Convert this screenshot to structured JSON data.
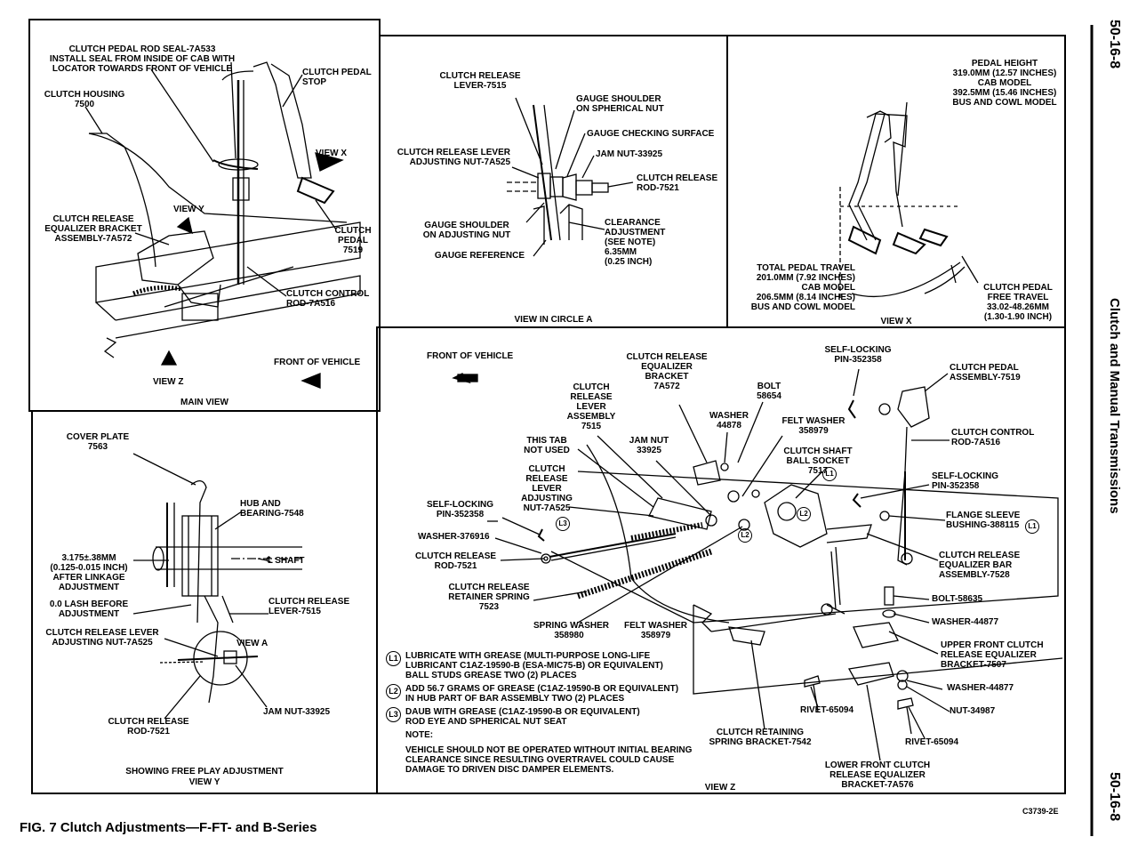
{
  "page": {
    "page_number": "50-16-8",
    "section": "Clutch and Manual Transmissions",
    "figure_caption": "FIG. 7 Clutch Adjustments—F-FT- and B-Series",
    "figure_code": "C3739-2E"
  },
  "main_view": {
    "caption": "MAIN VIEW",
    "labels": {
      "seal": "CLUTCH PEDAL ROD SEAL-7A533\nINSTALL SEAL FROM INSIDE OF CAB WITH\nLOCATOR TOWARDS FRONT OF VEHICLE",
      "pedal_stop": "CLUTCH PEDAL\nSTOP",
      "housing": "CLUTCH HOUSING\n7500",
      "view_x": "VIEW X",
      "view_y": "VIEW Y",
      "equalizer": "CLUTCH RELEASE\nEQUALIZER BRACKET\nASSEMBLY-7A572",
      "pedal": "CLUTCH\nPEDAL\n7519",
      "control_rod": "CLUTCH CONTROL\nROD-7A516",
      "front": "FRONT OF VEHICLE",
      "view_z": "VIEW Z"
    }
  },
  "circle_a": {
    "caption": "VIEW IN CIRCLE A",
    "labels": {
      "lever": "CLUTCH RELEASE\nLEVER-7515",
      "gauge_spherical": "GAUGE SHOULDER\nON SPHERICAL NUT",
      "gauge_checking": "GAUGE CHECKING SURFACE",
      "adj_nut": "CLUTCH RELEASE LEVER\nADJUSTING NUT-7A525",
      "jam_nut": "JAM NUT-33925",
      "release_rod": "CLUTCH RELEASE\nROD-7521",
      "gauge_adjusting": "GAUGE SHOULDER\nON ADJUSTING NUT",
      "clearance": "CLEARANCE\nADJUSTMENT\n(SEE NOTE)\n6.35mm\n(0.25 INCH)",
      "gauge_ref": "GAUGE REFERENCE"
    }
  },
  "view_x": {
    "caption": "VIEW X",
    "labels": {
      "pedal_height": "PEDAL HEIGHT\n319.0mm (12.57 INCHES)\nCAB MODEL\n392.5mm (15.46 INCHES)\nBUS AND COWL MODEL",
      "total_travel": "TOTAL PEDAL TRAVEL\n201.0mm (7.92 INCHES)\nCAB MODEL\n206.5mm (8.14 INCHES)\nBUS AND COWL MODEL",
      "free_travel": "CLUTCH PEDAL\nFREE TRAVEL\n33.02-48.26mm\n(1.30-1.90 INCH)"
    }
  },
  "view_y": {
    "caption": "SHOWING FREE PLAY ADJUSTMENT\nVIEW Y",
    "labels": {
      "cover": "COVER PLATE\n7563",
      "hub": "HUB AND\nBEARING-7548",
      "lash": "3.175±.38mm\n(0.125-0.015 INCH)\nAFTER LINKAGE\nADJUSTMENT",
      "shaft": "℄ SHAFT",
      "zero_lash": "0.0 LASH BEFORE\nADJUSTMENT",
      "lever": "CLUTCH RELEASE\nLEVER-7515",
      "adj_nut": "CLUTCH RELEASE LEVER\nADJUSTING NUT-7A525",
      "view_a": "VIEW A",
      "release_rod": "CLUTCH RELEASE\nROD-7521",
      "jam_nut": "JAM NUT-33925"
    }
  },
  "view_z": {
    "caption": "VIEW Z",
    "labels": {
      "front": "FRONT OF VEHICLE",
      "equalizer_bracket": "CLUTCH RELEASE\nEQUALIZER\nBRACKET\n7A572",
      "bolt": "BOLT\n58654",
      "washer": "WASHER\n44878",
      "self_pin_top": "SELF-LOCKING\nPIN-352358",
      "pedal_assy": "CLUTCH PEDAL\nASSEMBLY-7519",
      "lever_assy": "CLUTCH\nRELEASE\nLEVER\nASSEMBLY\n7515",
      "tab": "THIS TAB\nNOT USED",
      "jam_nut": "JAM NUT\n33925",
      "felt_top": "FELT WASHER\n358979",
      "control_rod": "CLUTCH CONTROL\nROD-7A516",
      "ball_socket": "CLUTCH SHAFT\nBALL SOCKET\n7517",
      "adj_nut": "CLUTCH\nRELEASE\nLEVER\nADJUSTING\nNUT-7A525",
      "self_pin_right": "SELF-LOCKING\nPIN-352358",
      "self_pin_left": "SELF-LOCKING\nPIN-352358",
      "flange": "FLANGE SLEEVE\nBUSHING-388115",
      "washer_left": "WASHER-376916",
      "release_rod": "CLUTCH RELEASE\nROD-7521",
      "bar_assy": "CLUTCH RELEASE\nEQUALIZER BAR\nASSEMBLY-7528",
      "retainer_spring": "CLUTCH RELEASE\nRETAINER SPRING\n7523",
      "bolt2": "BOLT-58635",
      "spring_washer": "SPRING WASHER\n358980",
      "felt_bottom": "FELT WASHER\n358979",
      "washer_right": "WASHER-44877",
      "upper_bracket": "UPPER FRONT CLUTCH\nRELEASE EQUALIZER\nBRACKET-7507",
      "washer_right2": "WASHER-44877",
      "nut": "NUT-34987",
      "rivet_left": "RIVET-65094",
      "rivet_right": "RIVET-65094",
      "spring_bracket": "CLUTCH RETAINING\nSPRING BRACKET-7542",
      "lower_bracket": "LOWER FRONT CLUTCH\nRELEASE EQUALIZER\nBRACKET-7A576"
    },
    "callouts": {
      "l1": "L1",
      "l2": "L2",
      "l3": "L3"
    },
    "notes": [
      {
        "key": "L1",
        "text": "LUBRICATE WITH GREASE (MULTI-PURPOSE LONG-LIFE\nLUBRICANT C1AZ-19590-B (ESA-MIC75-B) OR EQUIVALENT)\nBALL STUDS GREASE TWO (2) PLACES"
      },
      {
        "key": "L2",
        "text": "ADD 56.7 GRAMS OF GREASE (C1AZ-19590-B OR EQUIVALENT)\nIN HUB PART OF BAR ASSEMBLY TWO (2) PLACES"
      },
      {
        "key": "L3",
        "text": "DAUB WITH GREASE (C1AZ-19590-B OR EQUIVALENT)\nROD EYE AND SPHERICAL NUT SEAT"
      }
    ],
    "note_title": "NOTE:",
    "note_text": "VEHICLE SHOULD NOT BE OPERATED WITHOUT INITIAL BEARING\nCLEARANCE SINCE RESULTING OVERTRAVEL COULD CAUSE\nDAMAGE TO DRIVEN DISC DAMPER ELEMENTS."
  }
}
